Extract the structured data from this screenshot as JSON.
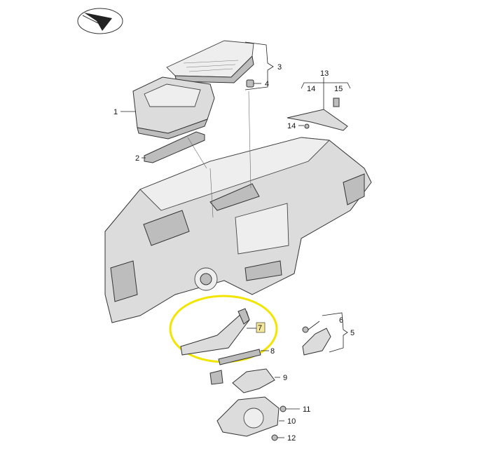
{
  "callouts": {
    "c1": "1",
    "c2": "2",
    "c3": "3",
    "c4": "4",
    "c5": "5",
    "c6": "6",
    "c7": "7",
    "c8": "8",
    "c9": "9",
    "c10": "10",
    "c11": "11",
    "c12": "12",
    "c13": "13",
    "c14a": "14",
    "c14b": "14",
    "c15": "15"
  },
  "highlight": {
    "part_number": "7",
    "ellipse_color": "#f2e500",
    "label_box_color": "#f5e79a"
  },
  "colors": {
    "part_fill": "#dcdcdc",
    "line": "#333333"
  }
}
